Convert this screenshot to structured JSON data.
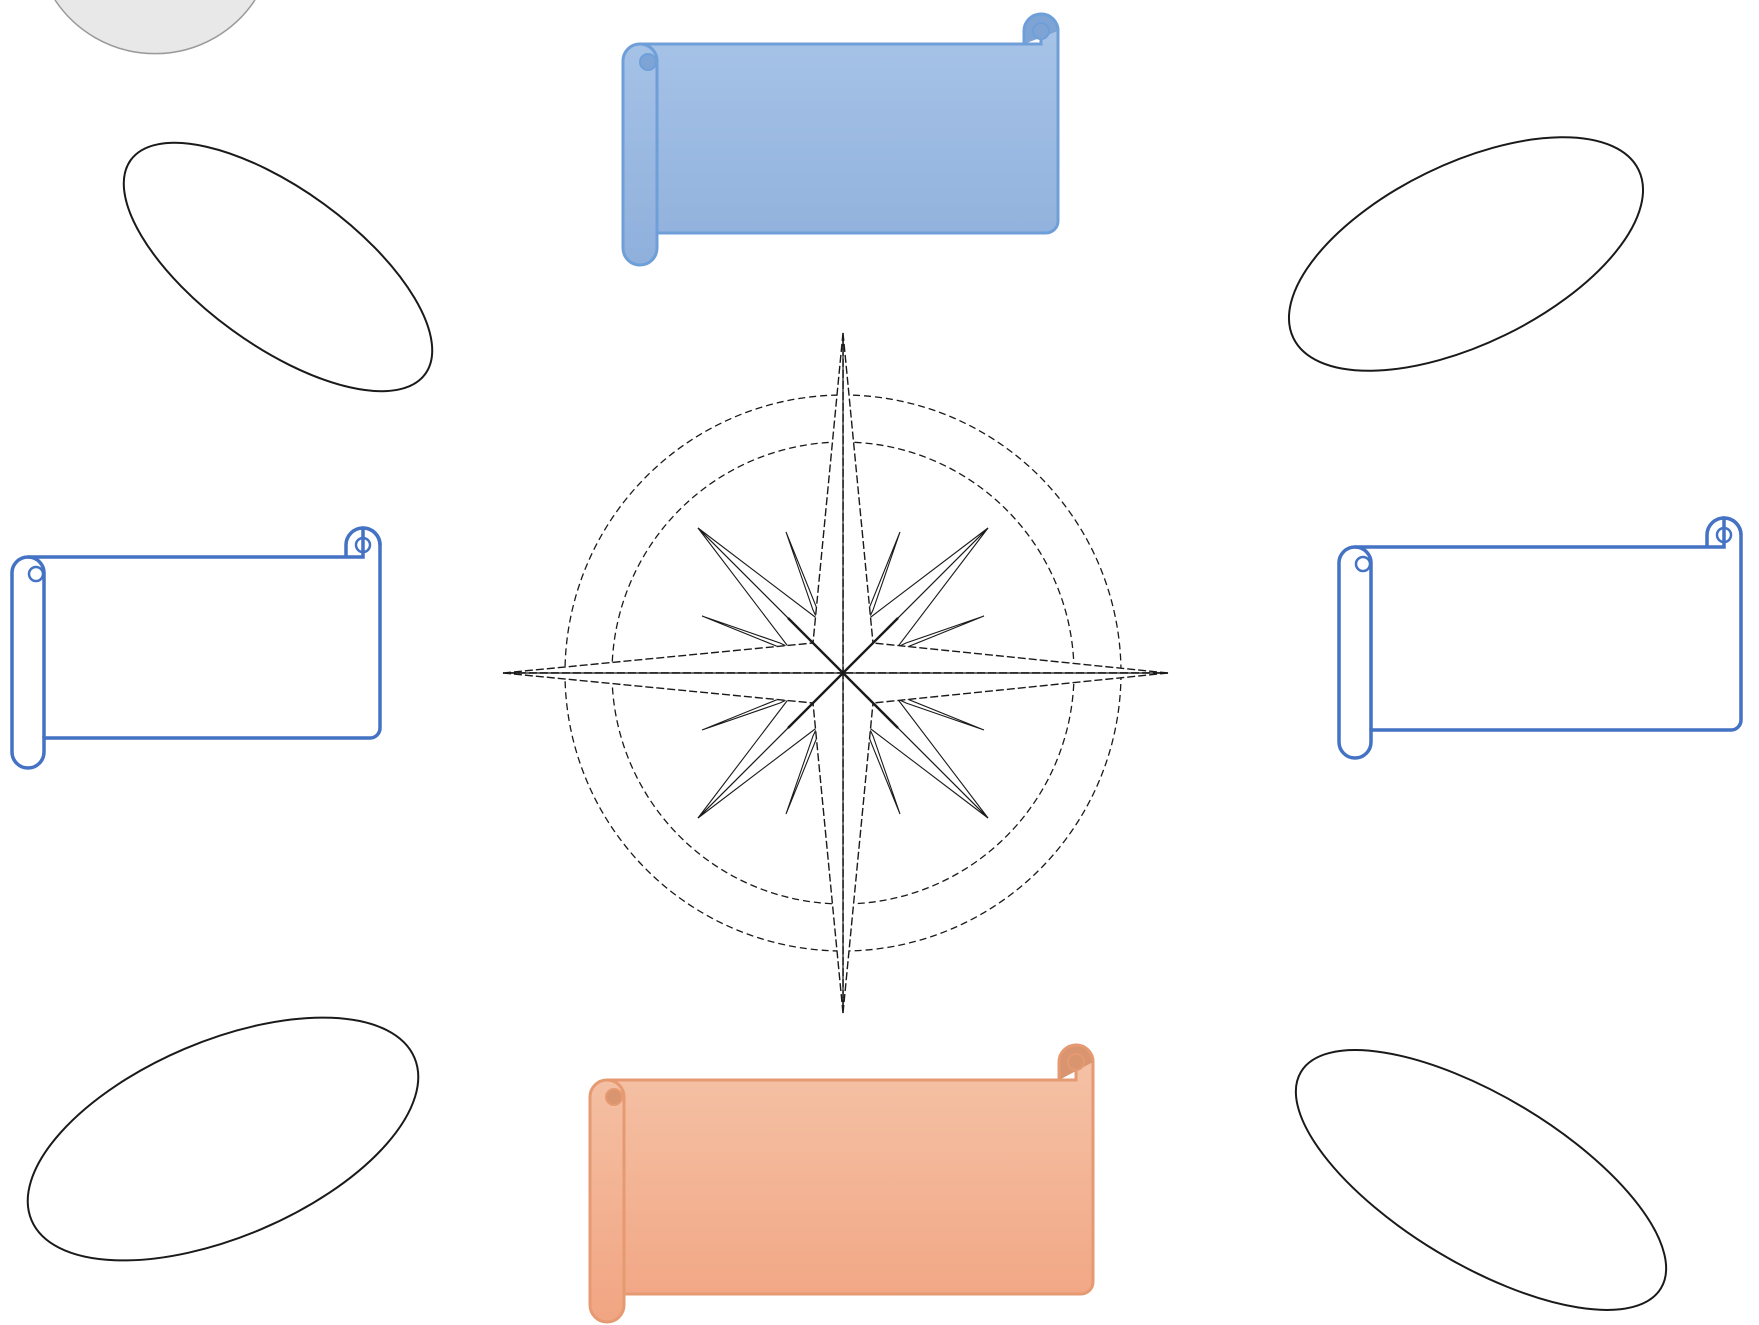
{
  "diagram": {
    "colors": {
      "blue_fill_top": "#a8c4e8",
      "blue_fill_bottom": "#8fb0dc",
      "blue_stroke": "#6f9fd8",
      "blue_outline": "#4472c4",
      "orange_fill_top": "#f5c3a8",
      "orange_fill_bottom": "#f1a582",
      "orange_stroke": "#e59a72",
      "ellipse_stroke": "#1a1a1a",
      "compass_stroke": "#1a1a1a",
      "corner_circle_fill": "#e8e8e8"
    },
    "shapes": {
      "top_scroll": {
        "style": "filled-blue",
        "label": ""
      },
      "bottom_scroll": {
        "style": "filled-orange",
        "label": ""
      },
      "left_scroll": {
        "style": "outline-blue",
        "label": ""
      },
      "right_scroll": {
        "style": "outline-blue",
        "label": ""
      },
      "ellipses": [
        {
          "name": "top-left",
          "label": ""
        },
        {
          "name": "top-right",
          "label": ""
        },
        {
          "name": "bottom-left",
          "label": ""
        },
        {
          "name": "bottom-right",
          "label": ""
        }
      ],
      "compass_icon": "compass-rose-icon"
    }
  }
}
